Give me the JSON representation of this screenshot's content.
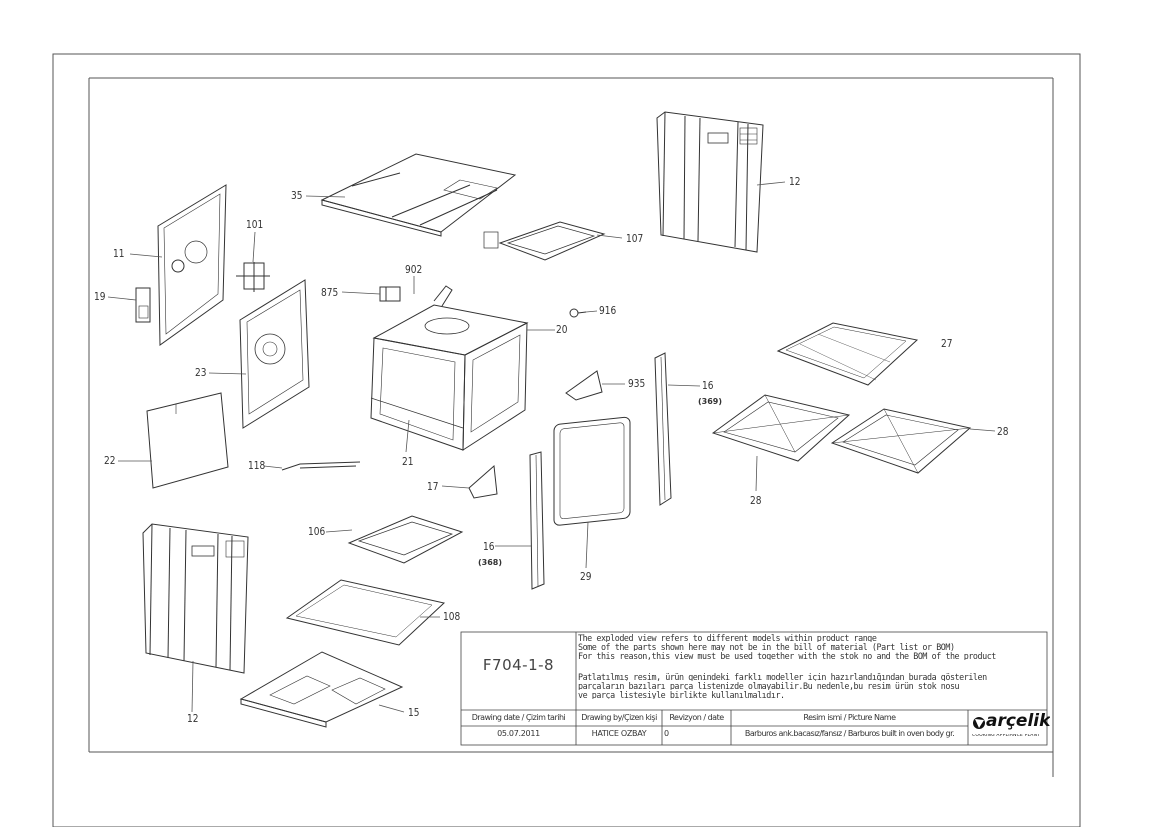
{
  "labels": {
    "p11": "11",
    "p19": "19",
    "p101": "101",
    "p35": "35",
    "p107": "107",
    "p12a": "12",
    "p875": "875",
    "p902": "902",
    "p916": "916",
    "p20": "20",
    "p23": "23",
    "p27": "27",
    "p935": "935",
    "p16a": "16",
    "p369": "(369)",
    "p28a": "28",
    "p28b": "28",
    "p22": "22",
    "p21": "21",
    "p118": "118",
    "p17": "17",
    "p106": "106",
    "p16b": "16",
    "p368": "(368)",
    "p29": "29",
    "p108": "108",
    "p12b": "12",
    "p15": "15"
  },
  "title_block": {
    "drawing_code": "F704-1-8",
    "note_en_1": "The exploded view refers to different models within product range",
    "note_en_2": "Some of the parts shown here may not be in the bill of material (Part list or BOM)",
    "note_en_3": "For this reason,this view must be used together with the stok no and the BOM of the product",
    "note_tr_1": "Patlatılmış resim, ürün genindeki farklı modeller için hazırlandığından burada gösterilen",
    "note_tr_2": "parçaların bazıları parça listenizde olmayabilir.Bu nedenle,bu resim ürün stok nosu",
    "note_tr_3": "ve parça listesiyle birlikte kullanılmalıdır.",
    "headers": {
      "date": "Drawing date / Çizim tarihi",
      "drawn_by": "Drawing by/Çizen kişi",
      "revision": "Revizyon / date",
      "picture_name": "Resim ismi / Picture Name"
    },
    "values": {
      "date": "05.07.2011",
      "drawn_by": "HATİCE ÖZBAY",
      "revision": "0",
      "picture_name": "Barburos ank.bacasız/fansız / Barburos built in oven body gr."
    },
    "logo": "arçelik",
    "logo_sub": "COOKING APPLIANCE PLANT"
  }
}
